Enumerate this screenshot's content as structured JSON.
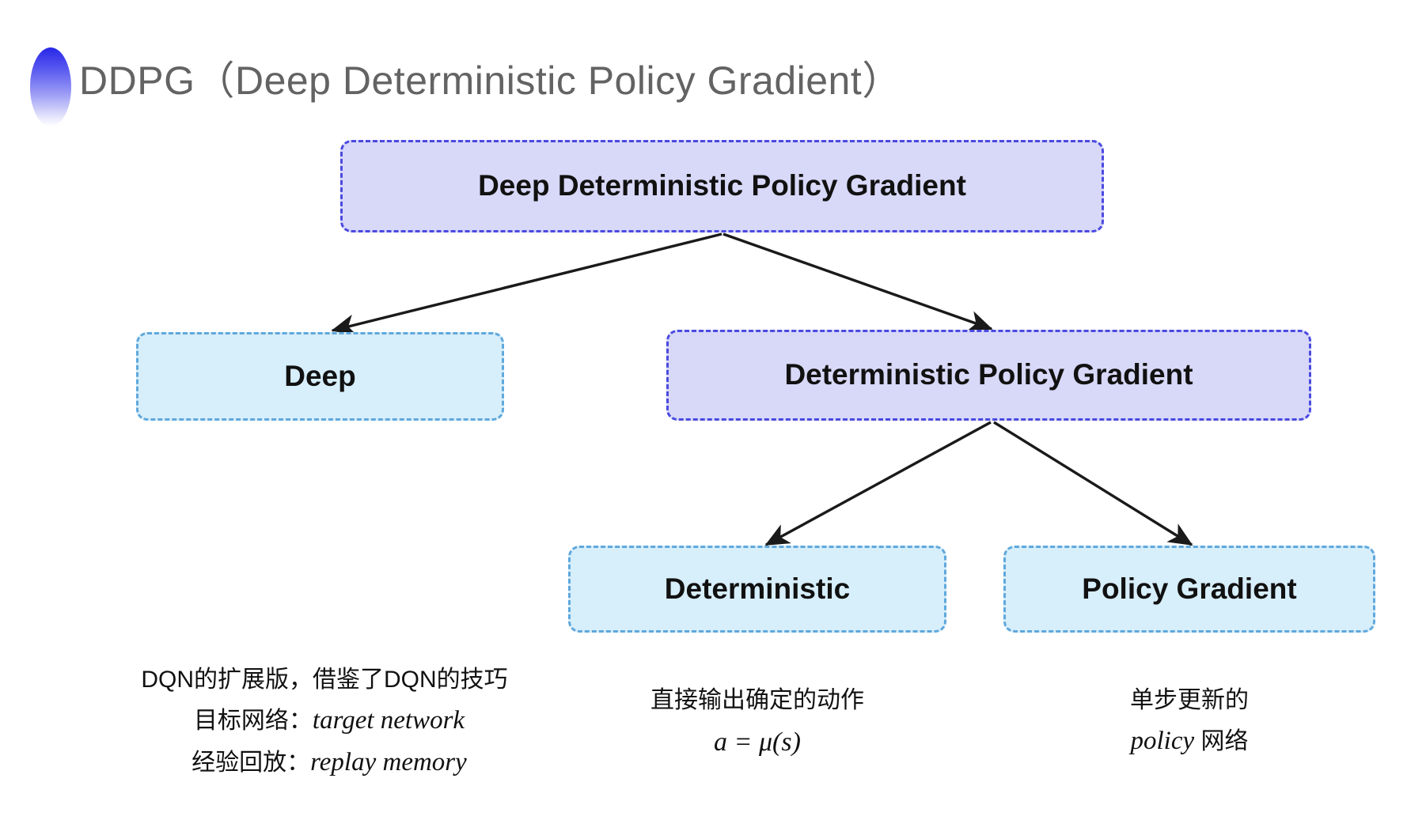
{
  "slide": {
    "title": "DDPG（Deep Deterministic Policy Gradient）",
    "background_color": "#ffffff",
    "title_color": "#636363",
    "decor_color": "#2727e8"
  },
  "diagram": {
    "type": "tree",
    "colors": {
      "purple_fill": "#d8d8f8",
      "purple_border": "#4a4ae0",
      "blue_fill": "#d7eefb",
      "blue_border": "#5fa8dd",
      "arrow": "#1a1a1a"
    },
    "nodes": {
      "root": "Deep Deterministic Policy Gradient",
      "deep": "Deep",
      "dpg": "Deterministic Policy Gradient",
      "deterministic": "Deterministic",
      "policy_gradient": "Policy Gradient"
    }
  },
  "captions": {
    "deep": {
      "line1": "DQN的扩展版，借鉴了DQN的技巧",
      "line2_label": "目标网络：",
      "line2_term": "target network",
      "line3_label": "经验回放：",
      "line3_term": "replay memory"
    },
    "deterministic": {
      "line1": "直接输出确定的动作",
      "formula": "a = μ(s)"
    },
    "policy_gradient": {
      "line1": "单步更新的",
      "line2_term": "policy",
      "line2_suffix": " 网络"
    }
  }
}
